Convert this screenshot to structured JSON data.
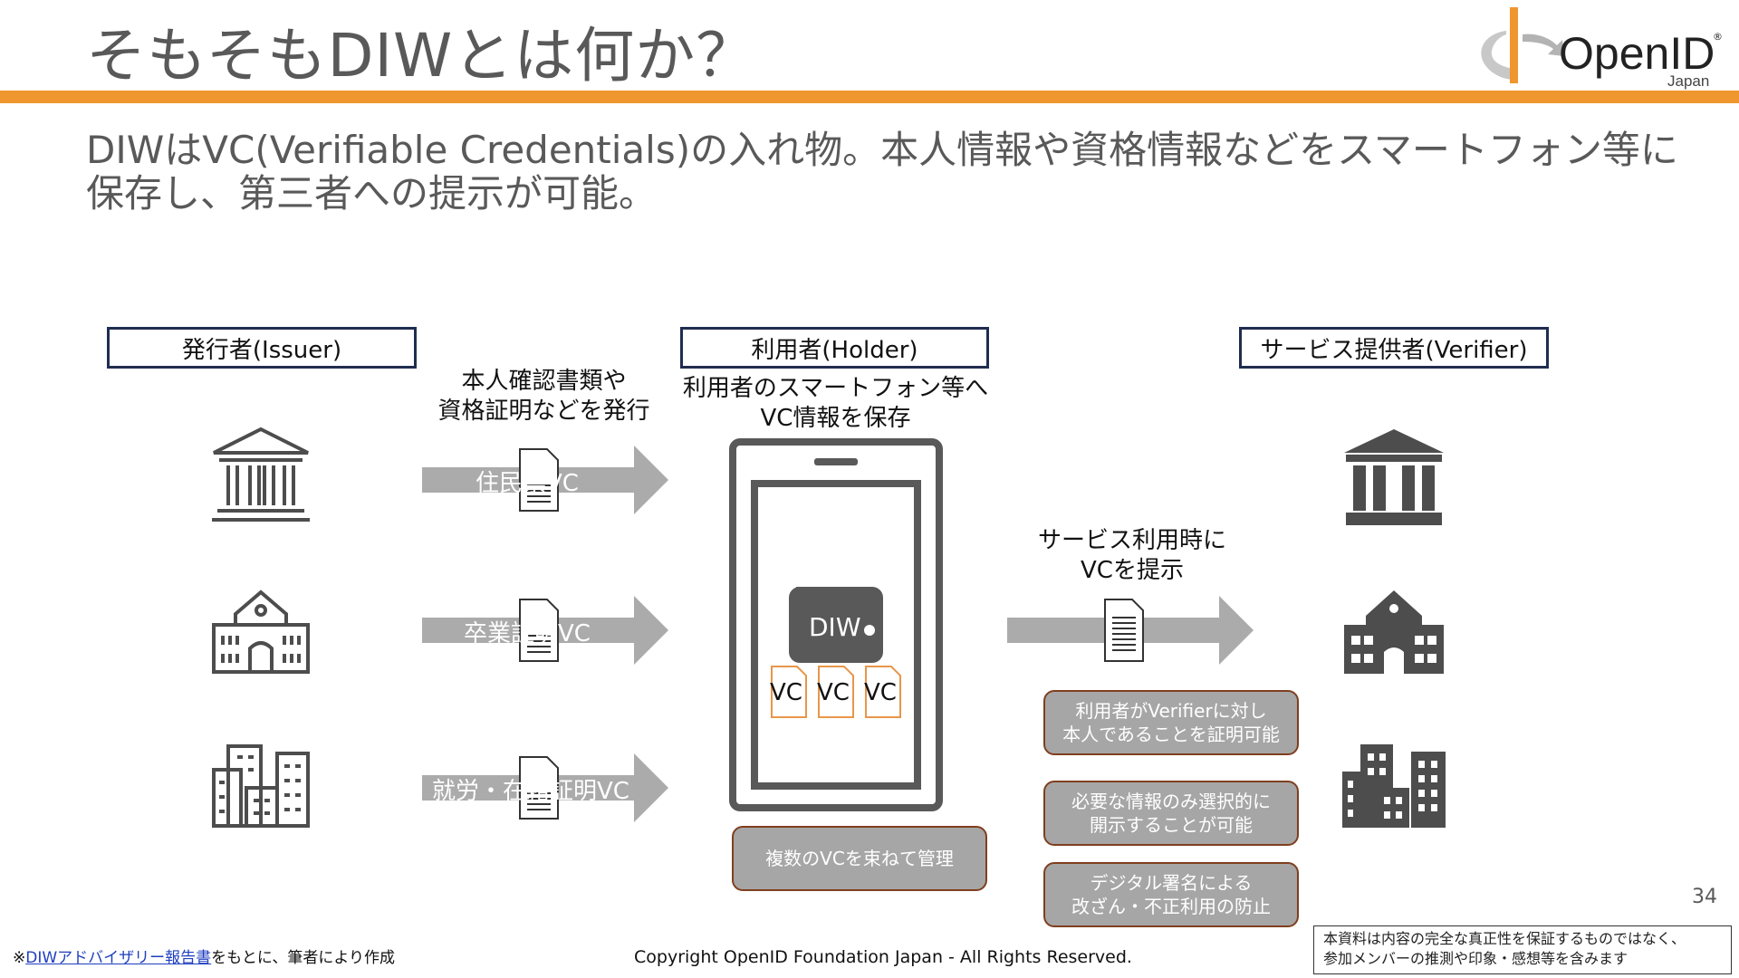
{
  "slide": {
    "title": "そもそもDIWとは何か？",
    "subtitle": "DIWはVC(Verifiable Credentials)の入れ物。本人情報や資格情報などをスマートフォン等に保存し、第三者への提示が可能。",
    "page_number": "34"
  },
  "logo": {
    "name": "OpenID",
    "sub": "Japan",
    "mark": "®",
    "accent": "#F0962E"
  },
  "roles": {
    "issuer": "発行者(Issuer)",
    "holder": "利用者(Holder)",
    "verifier": "サービス提供者(Verifier)"
  },
  "captions": {
    "issue_line1": "本人確認書類や",
    "issue_line2": "資格証明などを発行",
    "store_line1": "利用者のスマートフォン等へ",
    "store_line2": "VC情報を保存",
    "present_line1": "サービス利用時に",
    "present_line2": "VCを提示"
  },
  "arrows": {
    "resident": "住民票VC",
    "graduation": "卒業証明VC",
    "employment": "就労・在籍証明VC"
  },
  "wallet": {
    "label": "DIW",
    "vc_tags": [
      "VC",
      "VC",
      "VC"
    ]
  },
  "callouts": {
    "holder": "複数のVCを束ねて管理",
    "prove_line1": "利用者がVerifierに対し",
    "prove_line2": "本人であることを証明可能",
    "select_line1": "必要な情報のみ選択的に",
    "select_line2": "開示することが可能",
    "signature_line1": "デジタル署名による",
    "signature_line2": "改ざん・不正利用の防止"
  },
  "footer": {
    "note_prefix": "※",
    "note_link": "DIWアドバイザリー報告書",
    "note_suffix": "をもとに、筆者により作成",
    "copyright": "Copyright OpenID Foundation Japan - All Rights Reserved.",
    "disclaimer_line1": "本資料は内容の完全な真正性を保証するものではなく、",
    "disclaimer_line2": "参加メンバーの推測や印象・感想等を含みます"
  },
  "colors": {
    "accent": "#F0962E",
    "arrow": "#ABABAB",
    "dark_icon": "#4D4D4D",
    "navy": "#1F2D4F",
    "callout_border": "#7F3F1F"
  },
  "icons": [
    "government-building-icon",
    "school-icon",
    "office-buildings-icon",
    "document-icon",
    "smartphone-icon",
    "wallet-icon"
  ]
}
